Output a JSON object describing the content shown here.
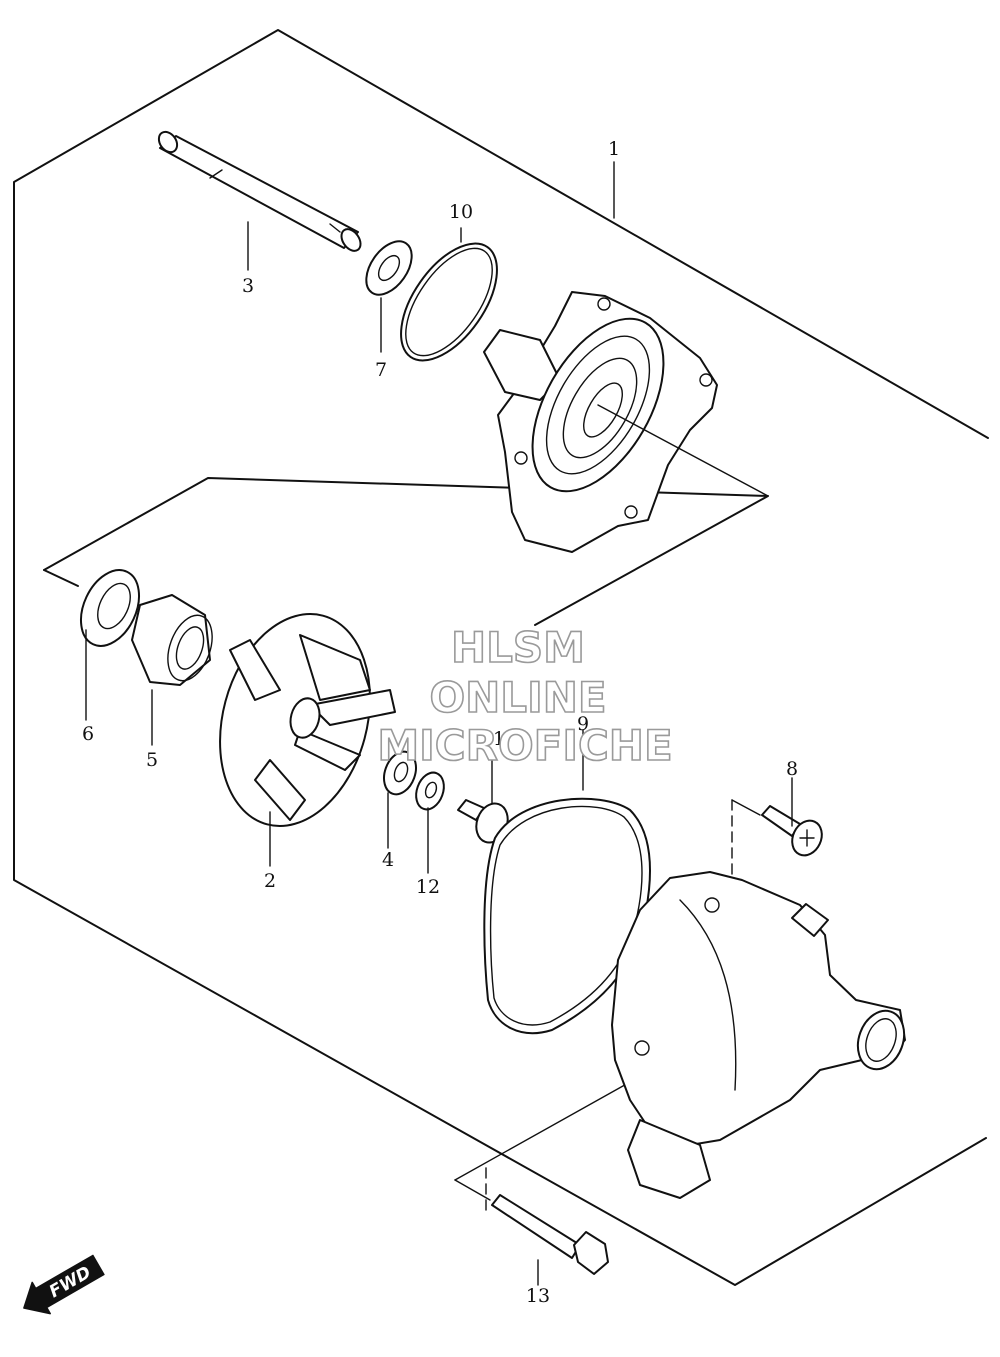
{
  "callouts": {
    "p1": "1",
    "p2": "2",
    "p3": "3",
    "p4": "4",
    "p5": "5",
    "p6": "6",
    "p7": "7",
    "p8": "8",
    "p9": "9",
    "p10": "10",
    "p11": "11",
    "p12": "12",
    "p13": "13"
  },
  "watermark": {
    "line1": "HLSM",
    "line2": "ONLINE",
    "line3": "MICROFICHE"
  },
  "badge": {
    "fwd": "FWD"
  }
}
